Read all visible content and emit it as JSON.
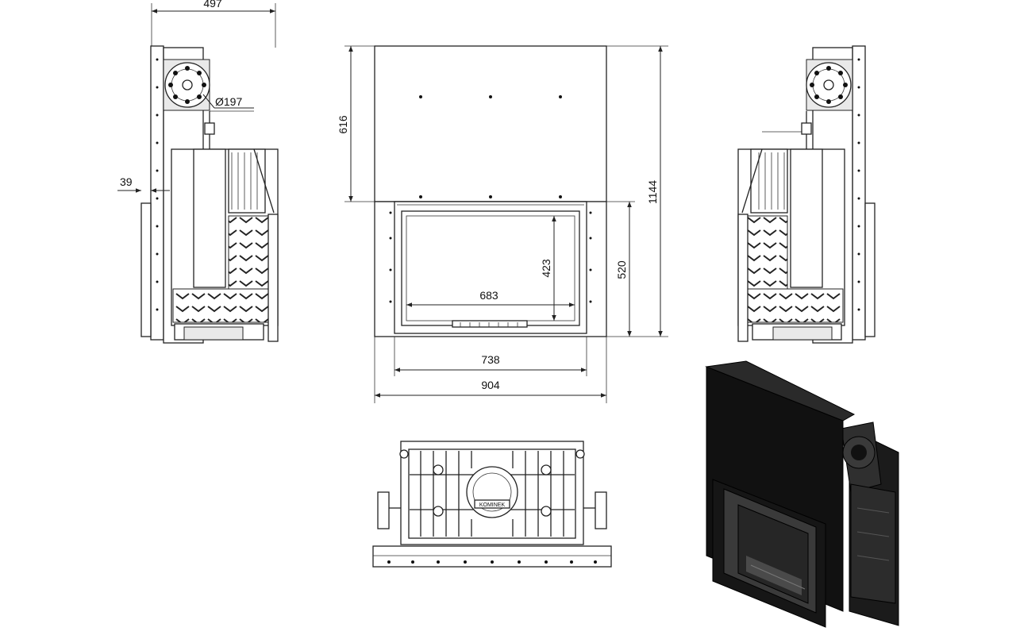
{
  "dimensions": {
    "side_depth": "497",
    "flue_diameter": "Ø197",
    "side_offset": "39",
    "front_upper_height": "616",
    "total_height": "1144",
    "door_inner_height": "423",
    "door_outer_height": "520",
    "glass_width": "683",
    "door_width": "738",
    "total_width": "904"
  },
  "labels": {
    "plate_text": "KOMINEK"
  },
  "colors": {
    "line": "#222222",
    "render_dark": "#111111",
    "render_mid": "#2a2a2a",
    "background": "#ffffff"
  }
}
